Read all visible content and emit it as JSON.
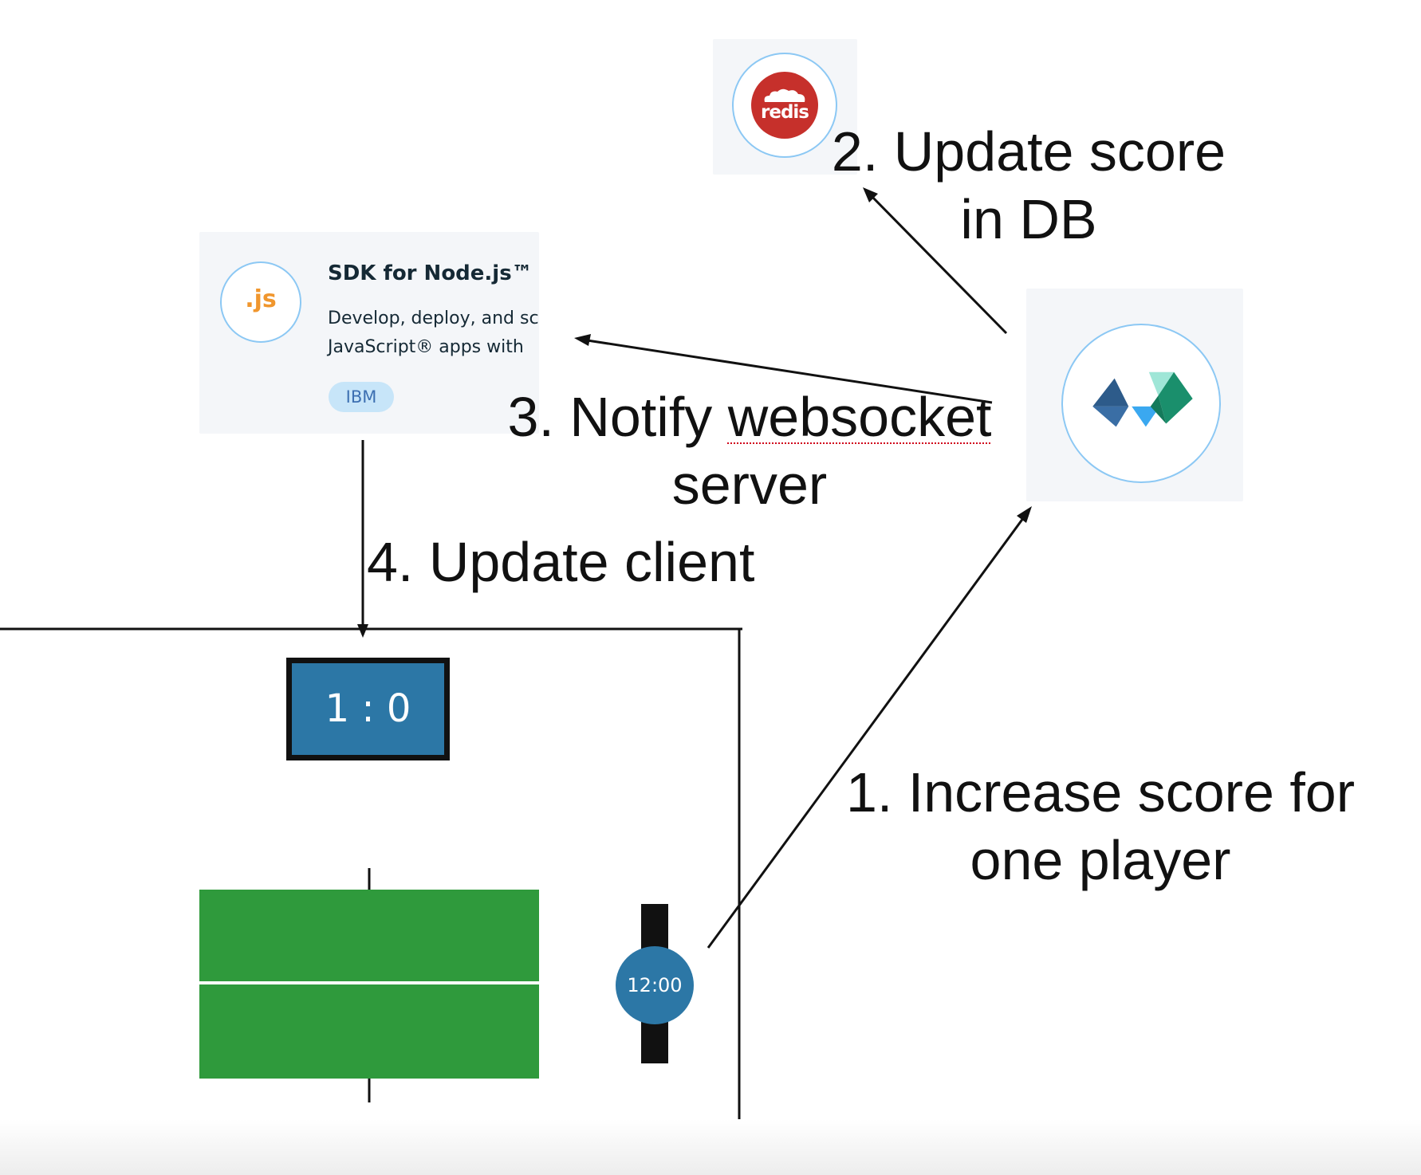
{
  "labels": {
    "step1": [
      "1. Increase score for",
      "one player"
    ],
    "step2": [
      "2. Update score",
      "in DB"
    ],
    "step3_prefix": "3. Notify ",
    "step3_word": "websocket",
    "step3_line2": "server",
    "step4": "4. Update client"
  },
  "redis": {
    "logo_text": "redis"
  },
  "node_sdk": {
    "icon_text": ".js",
    "title": "SDK for Node.js™",
    "description_lines": [
      "Develop, deploy, and sc",
      "JavaScript® apps with"
    ],
    "badge": "IBM"
  },
  "scoreboard": {
    "score": "1 : 0"
  },
  "watch": {
    "time": "12:00"
  },
  "colors": {
    "accent_blue": "#2c77a6",
    "table_green": "#2f9a3c",
    "redis_red": "#c6302b",
    "icon_ring": "#8cc8f4",
    "card_bg": "#f4f6f9"
  },
  "icons": {
    "redis": "redis-logo-icon",
    "node": "nodejs-icon",
    "openwhisk": "openwhisk-icon"
  }
}
